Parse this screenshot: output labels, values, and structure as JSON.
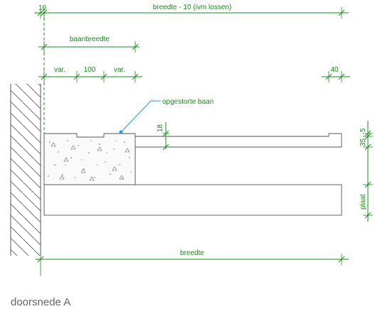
{
  "caption": "doorsnede A",
  "dimensions": {
    "top_offset": "10",
    "top_width": "breedte - 10 (ivm lossen)",
    "track_width": "baanbreedte",
    "var_left": "var.",
    "track_core": "100",
    "var_right": "var.",
    "right_margin": "40",
    "bottom_width": "breedte",
    "height_18": "18",
    "height_5": "5",
    "height_35": "35",
    "height_plaat": "plaat"
  },
  "callout": {
    "label": "opgestorte baan"
  },
  "colors": {
    "dimension": "#1a8a1a",
    "callout": "#1e9bd8",
    "outline": "#555555",
    "caption": "#666666"
  }
}
